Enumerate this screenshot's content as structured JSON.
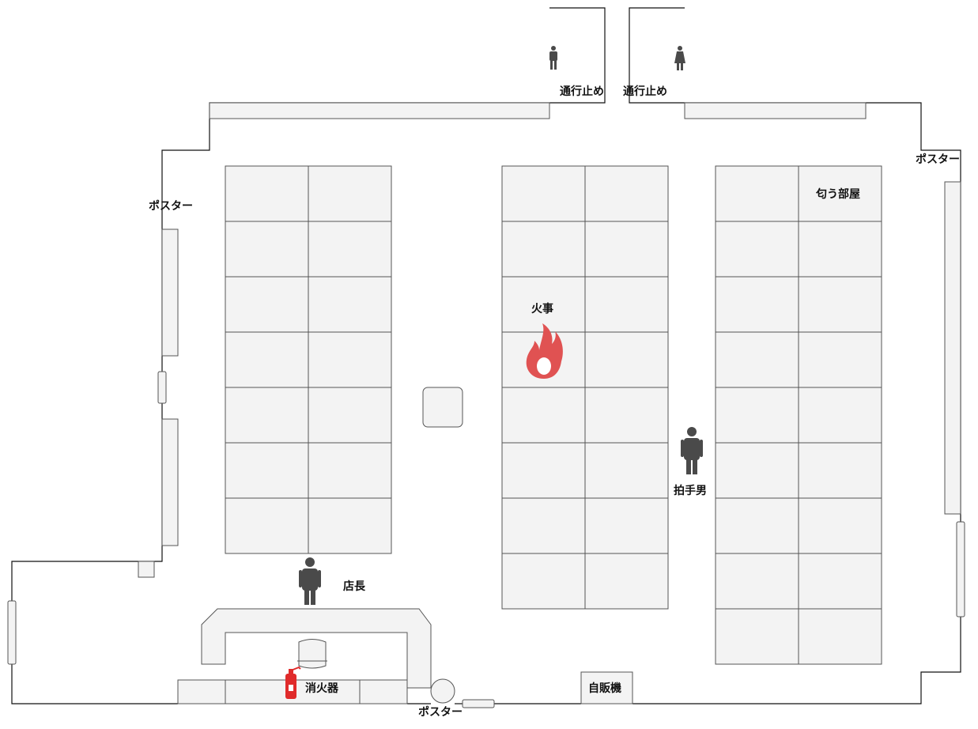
{
  "labels": {
    "no_entry": "通行止め",
    "poster": "ポスター",
    "smelly_room": "匂う部屋",
    "fire": "火事",
    "clapping_man": "拍手男",
    "manager": "店長",
    "extinguisher": "消火器",
    "vending_machine": "自販機"
  },
  "colors": {
    "fire": "#e05252",
    "extinguisher": "#e02b2b",
    "person": "#4a4a4a",
    "wall": "#111111",
    "furniture": "#f3f3f3"
  },
  "icons": {
    "toilet_male": "male-person-icon",
    "toilet_female": "female-person-icon",
    "fire": "flame-icon",
    "extinguisher": "fire-extinguisher-icon",
    "person": "person-icon",
    "chair": "chair-icon"
  }
}
